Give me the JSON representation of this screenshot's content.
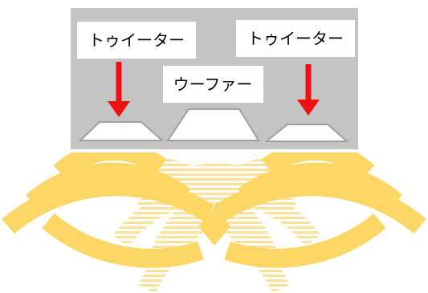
{
  "colors": {
    "enclosure": "#c4c4c4",
    "label_box": "#ffffff",
    "arrow": "#ee1111",
    "speaker_outline": "#a0a0a0",
    "speaker_fill": "#ffffff",
    "wave_outer": "#fcd765",
    "wave_overlap_stripe": "#fbe39a"
  },
  "labels": {
    "left_tweeter": "トゥイーター",
    "woofer": "ウーファー",
    "right_tweeter": "トゥイーター"
  },
  "icons": {
    "left_arrow": "arrow-down-icon",
    "right_arrow": "arrow-down-icon",
    "left_driver": "tweeter-icon",
    "woofer_driver": "woofer-icon",
    "right_driver": "tweeter-icon",
    "sound_waves": "sound-wave-icon"
  }
}
